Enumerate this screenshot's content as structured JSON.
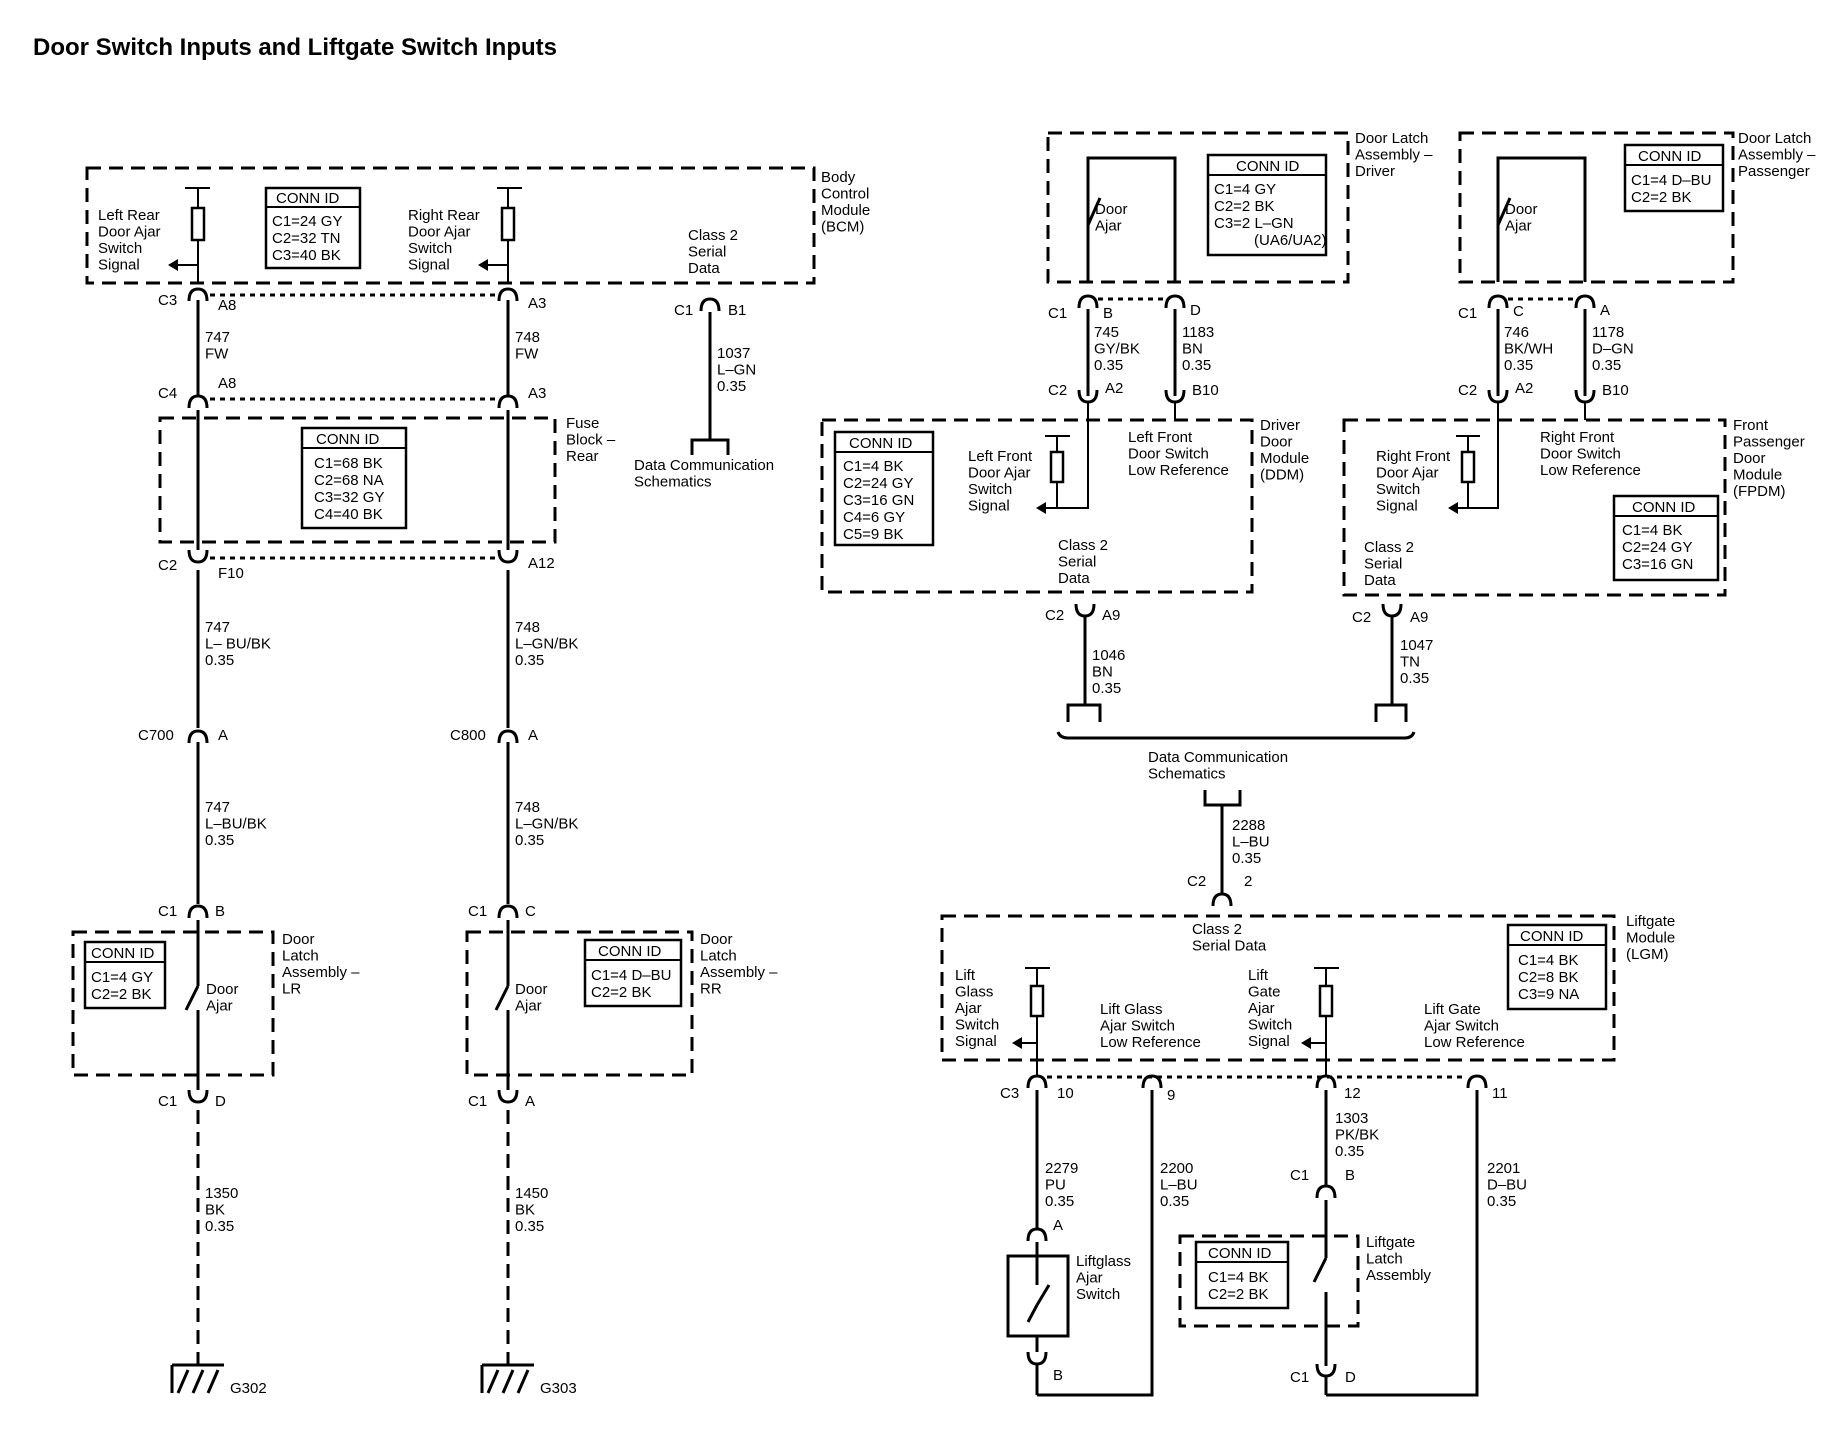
{
  "title": "Door Switch Inputs and Liftgate Switch Inputs",
  "modules": {
    "bcm": "Body\nControl\nModule\n(BCM)",
    "fuse_block": "Fuse\nBlock –\nRear",
    "dl_lr": "Door\nLatch\nAssembly –\nLR",
    "dl_rr": "Door\nLatch\nAssembly –\nRR",
    "dl_driver": "Door Latch\nAssembly –\nDriver",
    "dl_pass": "Door Latch\nAssembly –\nPassenger",
    "ddm": "Driver\nDoor\nModule\n(DDM)",
    "fpdm": "Front\nPassenger\nDoor\nModule\n(FPDM)",
    "lgm": "Liftgate\nModule\n(LGM)",
    "lg_latch": "Liftgate\nLatch\nAssembly",
    "liftglass_sw": "Liftglass\nAjar\nSwitch"
  },
  "conn_ids": {
    "header": "CONN ID",
    "bcm": [
      "C1=24 GY",
      "C2=32 TN",
      "C3=40 BK"
    ],
    "fuse_block": [
      "C1=68 BK",
      "C2=68 NA",
      "C3=32 GY",
      "C4=40 BK"
    ],
    "dl_lr": [
      "C1=4 GY",
      "C2=2 BK"
    ],
    "dl_rr": [
      "C1=4 D–BU",
      "C2=2 BK"
    ],
    "dl_driver": [
      "C1=4 GY",
      "C2=2 BK",
      "C3=2 L–GN",
      "(UA6/UA2)"
    ],
    "dl_pass": [
      "C1=4 D–BU",
      "C2=2 BK"
    ],
    "ddm": [
      "C1=4 BK",
      "C2=24 GY",
      "C3=16 GN",
      "C4=6 GY",
      "C5=9 BK"
    ],
    "fpdm": [
      "C1=4 BK",
      "C2=24 GY",
      "C3=16 GN"
    ],
    "lgm": [
      "C1=4 BK",
      "C2=8 BK",
      "C3=9 NA"
    ],
    "lg_latch": [
      "C1=4 BK",
      "C2=2 BK"
    ]
  },
  "signals": {
    "lr_ajar": "Left Rear\nDoor Ajar\nSwitch\nSignal",
    "rr_ajar": "Right Rear\nDoor Ajar\nSwitch\nSignal",
    "bcm_class2": "Class 2\nSerial\nData",
    "lf_ajar": "Left Front\nDoor Ajar\nSwitch\nSignal",
    "lf_lowref": "Left Front\nDoor Switch\nLow Reference",
    "ddm_class2": "Class 2\nSerial\nData",
    "rf_ajar": "Right Front\nDoor Ajar\nSwitch\nSignal",
    "rf_lowref": "Right Front\nDoor Switch\nLow Reference",
    "fpdm_class2": "Class 2\nSerial\nData",
    "lgm_class2": "Class 2\nSerial Data",
    "lift_glass_ajar": "Lift\nGlass\nAjar\nSwitch\nSignal",
    "lift_glass_lowref": "Lift Glass\nAjar Switch\nLow Reference",
    "lift_gate_ajar": "Lift\nGate\nAjar\nSwitch\nSignal",
    "lift_gate_lowref": "Lift Gate\nAjar Switch\nLow Reference",
    "door_ajar": "Door\nAjar",
    "data_comm": "Data Communication\nSchematics"
  },
  "wires": {
    "w747_fw": "747\nFW",
    "w748_fw": "748\nFW",
    "w1037": "1037\nL–GN\n0.35",
    "w747_a": "747\nL– BU/BK\n0.35",
    "w748_a": "748\nL–GN/BK\n0.35",
    "w747_b": "747\nL–BU/BK\n0.35",
    "w748_b": "748\nL–GN/BK\n0.35",
    "w1350": "1350\nBK\n0.35",
    "w1450": "1450\nBK\n0.35",
    "w745": "745\nGY/BK\n0.35",
    "w1183": "1183\nBN\n0.35",
    "w746": "746\nBK/WH\n0.35",
    "w1178": "1178\nD–GN\n0.35",
    "w1046": "1046\nBN\n0.35",
    "w1047": "1047\nTN\n0.35",
    "w2288": "2288\nL–BU\n0.35",
    "w2279": "2279\nPU\n0.35",
    "w2200": "2200\nL–BU\n0.35",
    "w1303": "1303\nPK/BK\n0.35",
    "w2201": "2201\nD–BU\n0.35"
  },
  "connectors": {
    "c3": "C3",
    "c4": "C4",
    "c2": "C2",
    "c1": "C1",
    "c700": "C700",
    "c800": "C800",
    "a8": "A8",
    "a3": "A3",
    "b1": "B1",
    "f10": "F10",
    "a12": "A12",
    "pin_a": "A",
    "pin_b": "B",
    "pin_c": "C",
    "pin_d": "D",
    "a2": "A2",
    "b10": "B10",
    "a9": "A9",
    "pin_2": "2",
    "p10": "10",
    "p9": "9",
    "p12": "12",
    "p11": "11"
  },
  "grounds": {
    "g302": "G302",
    "g303": "G303"
  }
}
